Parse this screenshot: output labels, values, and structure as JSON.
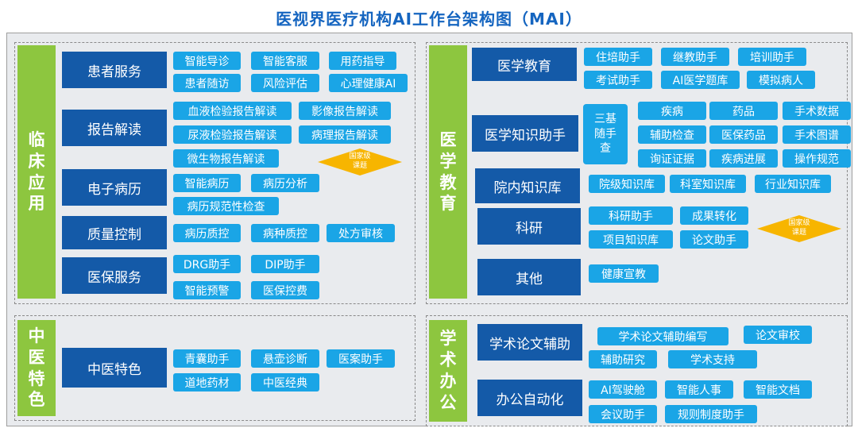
{
  "title": "医视界医疗机构AI工作台架构图（MAI）",
  "colors": {
    "category": "#8dc63f",
    "subcategory": "#145aa8",
    "item": "#1aa5e6",
    "badge": "#f7b500",
    "title": "#1565c0"
  },
  "clinical": {
    "label": [
      "临",
      "床",
      "应",
      "用"
    ],
    "patient_service": {
      "label": "患者服务",
      "items": [
        "智能导诊",
        "智能客服",
        "用药指导",
        "患者随访",
        "风险评估",
        "心理健康AI"
      ]
    },
    "report": {
      "label": "报告解读",
      "items": [
        "血液检验报告解读",
        "影像报告解读",
        "尿液检验报告解读",
        "病理报告解读",
        "微生物报告解读"
      ],
      "badge": [
        "国家级",
        "课题"
      ]
    },
    "emr": {
      "label": "电子病历",
      "items": [
        "智能病历",
        "病历分析",
        "病历规范性检查"
      ]
    },
    "qc": {
      "label": "质量控制",
      "items": [
        "病历质控",
        "病种质控",
        "处方审核"
      ]
    },
    "insurance": {
      "label": "医保服务",
      "items": [
        "DRG助手",
        "DIP助手",
        "智能预警",
        "医保控费"
      ]
    }
  },
  "tcm": {
    "label": [
      "中",
      "医",
      "特",
      "色"
    ],
    "feature": {
      "label": "中医特色",
      "items": [
        "青囊助手",
        "悬壶诊断",
        "医案助手",
        "道地药材",
        "中医经典"
      ]
    }
  },
  "education": {
    "label": [
      "医",
      "学",
      "教",
      "育"
    ],
    "med_edu": {
      "label": "医学教育",
      "items": [
        "住培助手",
        "继教助手",
        "培训助手",
        "考试助手",
        "AI医学题库",
        "模拟病人"
      ]
    },
    "knowledge": {
      "label": "医学知识助手",
      "sanji": [
        "三基",
        "随手",
        "查"
      ],
      "items": [
        "疾病",
        "药品",
        "手术数据",
        "辅助检查",
        "医保药品",
        "手术图谱",
        "询证证据",
        "疾病进展",
        "操作规范"
      ]
    },
    "kb": {
      "label": "院内知识库",
      "items": [
        "院级知识库",
        "科室知识库",
        "行业知识库"
      ]
    },
    "research": {
      "label": "科研",
      "items": [
        "科研助手",
        "成果转化",
        "项目知识库",
        "论文助手"
      ],
      "badge": [
        "国家级",
        "课题"
      ]
    },
    "other": {
      "label": "其他",
      "items": [
        "健康宣教"
      ]
    }
  },
  "office": {
    "label": [
      "学",
      "术",
      "办",
      "公"
    ],
    "paper": {
      "label": "学术论文辅助",
      "items": [
        "学术论文辅助编写",
        "论文审校",
        "辅助研究",
        "学术支持"
      ]
    },
    "automation": {
      "label": "办公自动化",
      "items": [
        "AI驾驶舱",
        "智能人事",
        "智能文档",
        "会议助手",
        "规则制度助手"
      ]
    }
  }
}
